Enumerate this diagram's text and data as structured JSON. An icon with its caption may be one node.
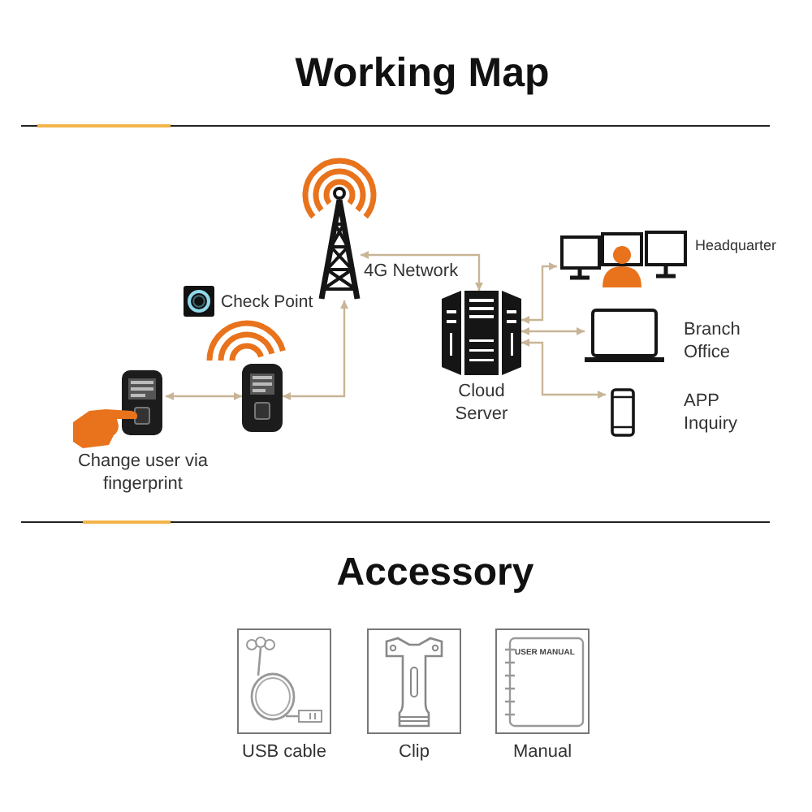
{
  "diagram": {
    "title": "Working Map",
    "nodes": [
      {
        "text": [],
        "shape": "picture",
        "beside": [
          "Change user via fingerprint"
        ]
      },
      {
        "text": [],
        "shape": "picture"
      },
      {
        "text": [],
        "shape": "picture",
        "beside": [
          "4G Network"
        ]
      },
      {
        "text": [],
        "shape": "picture",
        "beside": [
          "Cloud Server"
        ]
      },
      {
        "text": [
          "Headquarter"
        ]
      },
      {
        "text": [
          "Branch Office"
        ]
      },
      {
        "text": [
          "APP Inquiry"
        ]
      },
      {
        "text": [
          "USB cable"
        ]
      },
      {
        "text": [
          "Clip"
        ]
      },
      {
        "text": [
          "Manual"
        ]
      }
    ],
    "edges": [
      {
        "from": 1,
        "to": 0,
        "arrow": "both"
      },
      {
        "from": 1,
        "to": 2,
        "arrow": "both"
      },
      {
        "from": 2,
        "to": 3,
        "arrow": "both"
      },
      {
        "from": 3,
        "to": 4,
        "arrow": "both"
      },
      {
        "from": 3,
        "to": 5,
        "arrow": "both"
      },
      {
        "from": 3,
        "to": 6,
        "arrow": "both"
      }
    ],
    "labels": [
      "Check Point",
      "Accessory",
      "USER MANUAL"
    ]
  }
}
